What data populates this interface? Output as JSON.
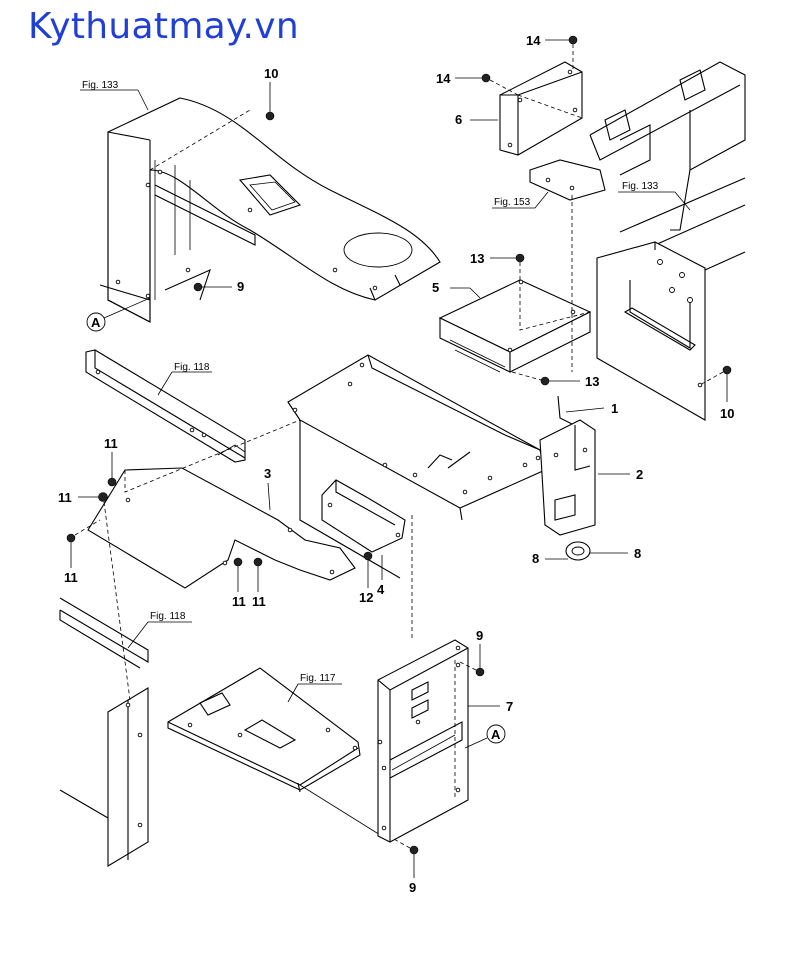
{
  "watermark": "Kythuatmay.vn",
  "fig_refs": {
    "fig133_top": "Fig. 133",
    "fig133_right": "Fig. 133",
    "fig153": "Fig. 153",
    "fig118_mid": "Fig. 118",
    "fig118_low": "Fig. 118",
    "fig117": "Fig. 117"
  },
  "callout_a": "A",
  "parts": {
    "p2": "2",
    "p3": "3",
    "p4": "4",
    "p5": "5",
    "p6": "6",
    "p7": "7",
    "p1": "1",
    "p8a": "8",
    "p8b": "8",
    "p9a": "9",
    "p9b": "9",
    "p9c": "9",
    "p10a": "10",
    "p10b": "10",
    "p11a": "11",
    "p11b": "11",
    "p11c": "11",
    "p11d": "11",
    "p11e": "11",
    "p12": "12",
    "p13a": "13",
    "p13b": "13",
    "p14a": "14",
    "p14b": "14"
  }
}
